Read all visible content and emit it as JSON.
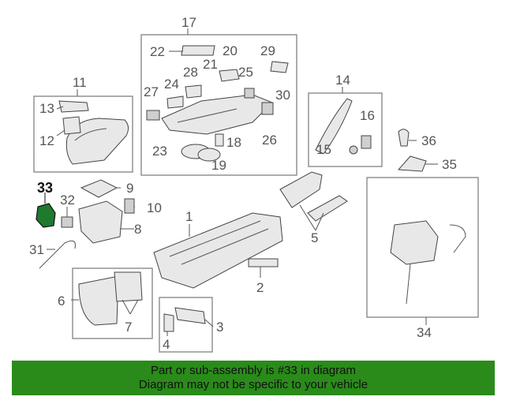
{
  "callouts": {
    "c1": "1",
    "c2": "2",
    "c3": "3",
    "c4": "4",
    "c5": "5",
    "c6": "6",
    "c7": "7",
    "c8": "8",
    "c9": "9",
    "c10": "10",
    "c11": "11",
    "c12": "12",
    "c13": "13",
    "c14": "14",
    "c15": "15",
    "c16": "16",
    "c17": "17",
    "c18": "18",
    "c19": "19",
    "c20": "20",
    "c21": "21",
    "c22": "22",
    "c23": "23",
    "c24": "24",
    "c25": "25",
    "c26": "26",
    "c27": "27",
    "c28": "28",
    "c29": "29",
    "c30": "30",
    "c31": "31",
    "c32": "32",
    "c33": "33",
    "c34": "34",
    "c35": "35",
    "c36": "36"
  },
  "highlight_color": "#1f7a2e",
  "banner": {
    "line1": "Part or sub-assembly is #33 in diagram",
    "line2": "Diagram may not be specific to your vehicle",
    "color": "#2a8b1a"
  }
}
